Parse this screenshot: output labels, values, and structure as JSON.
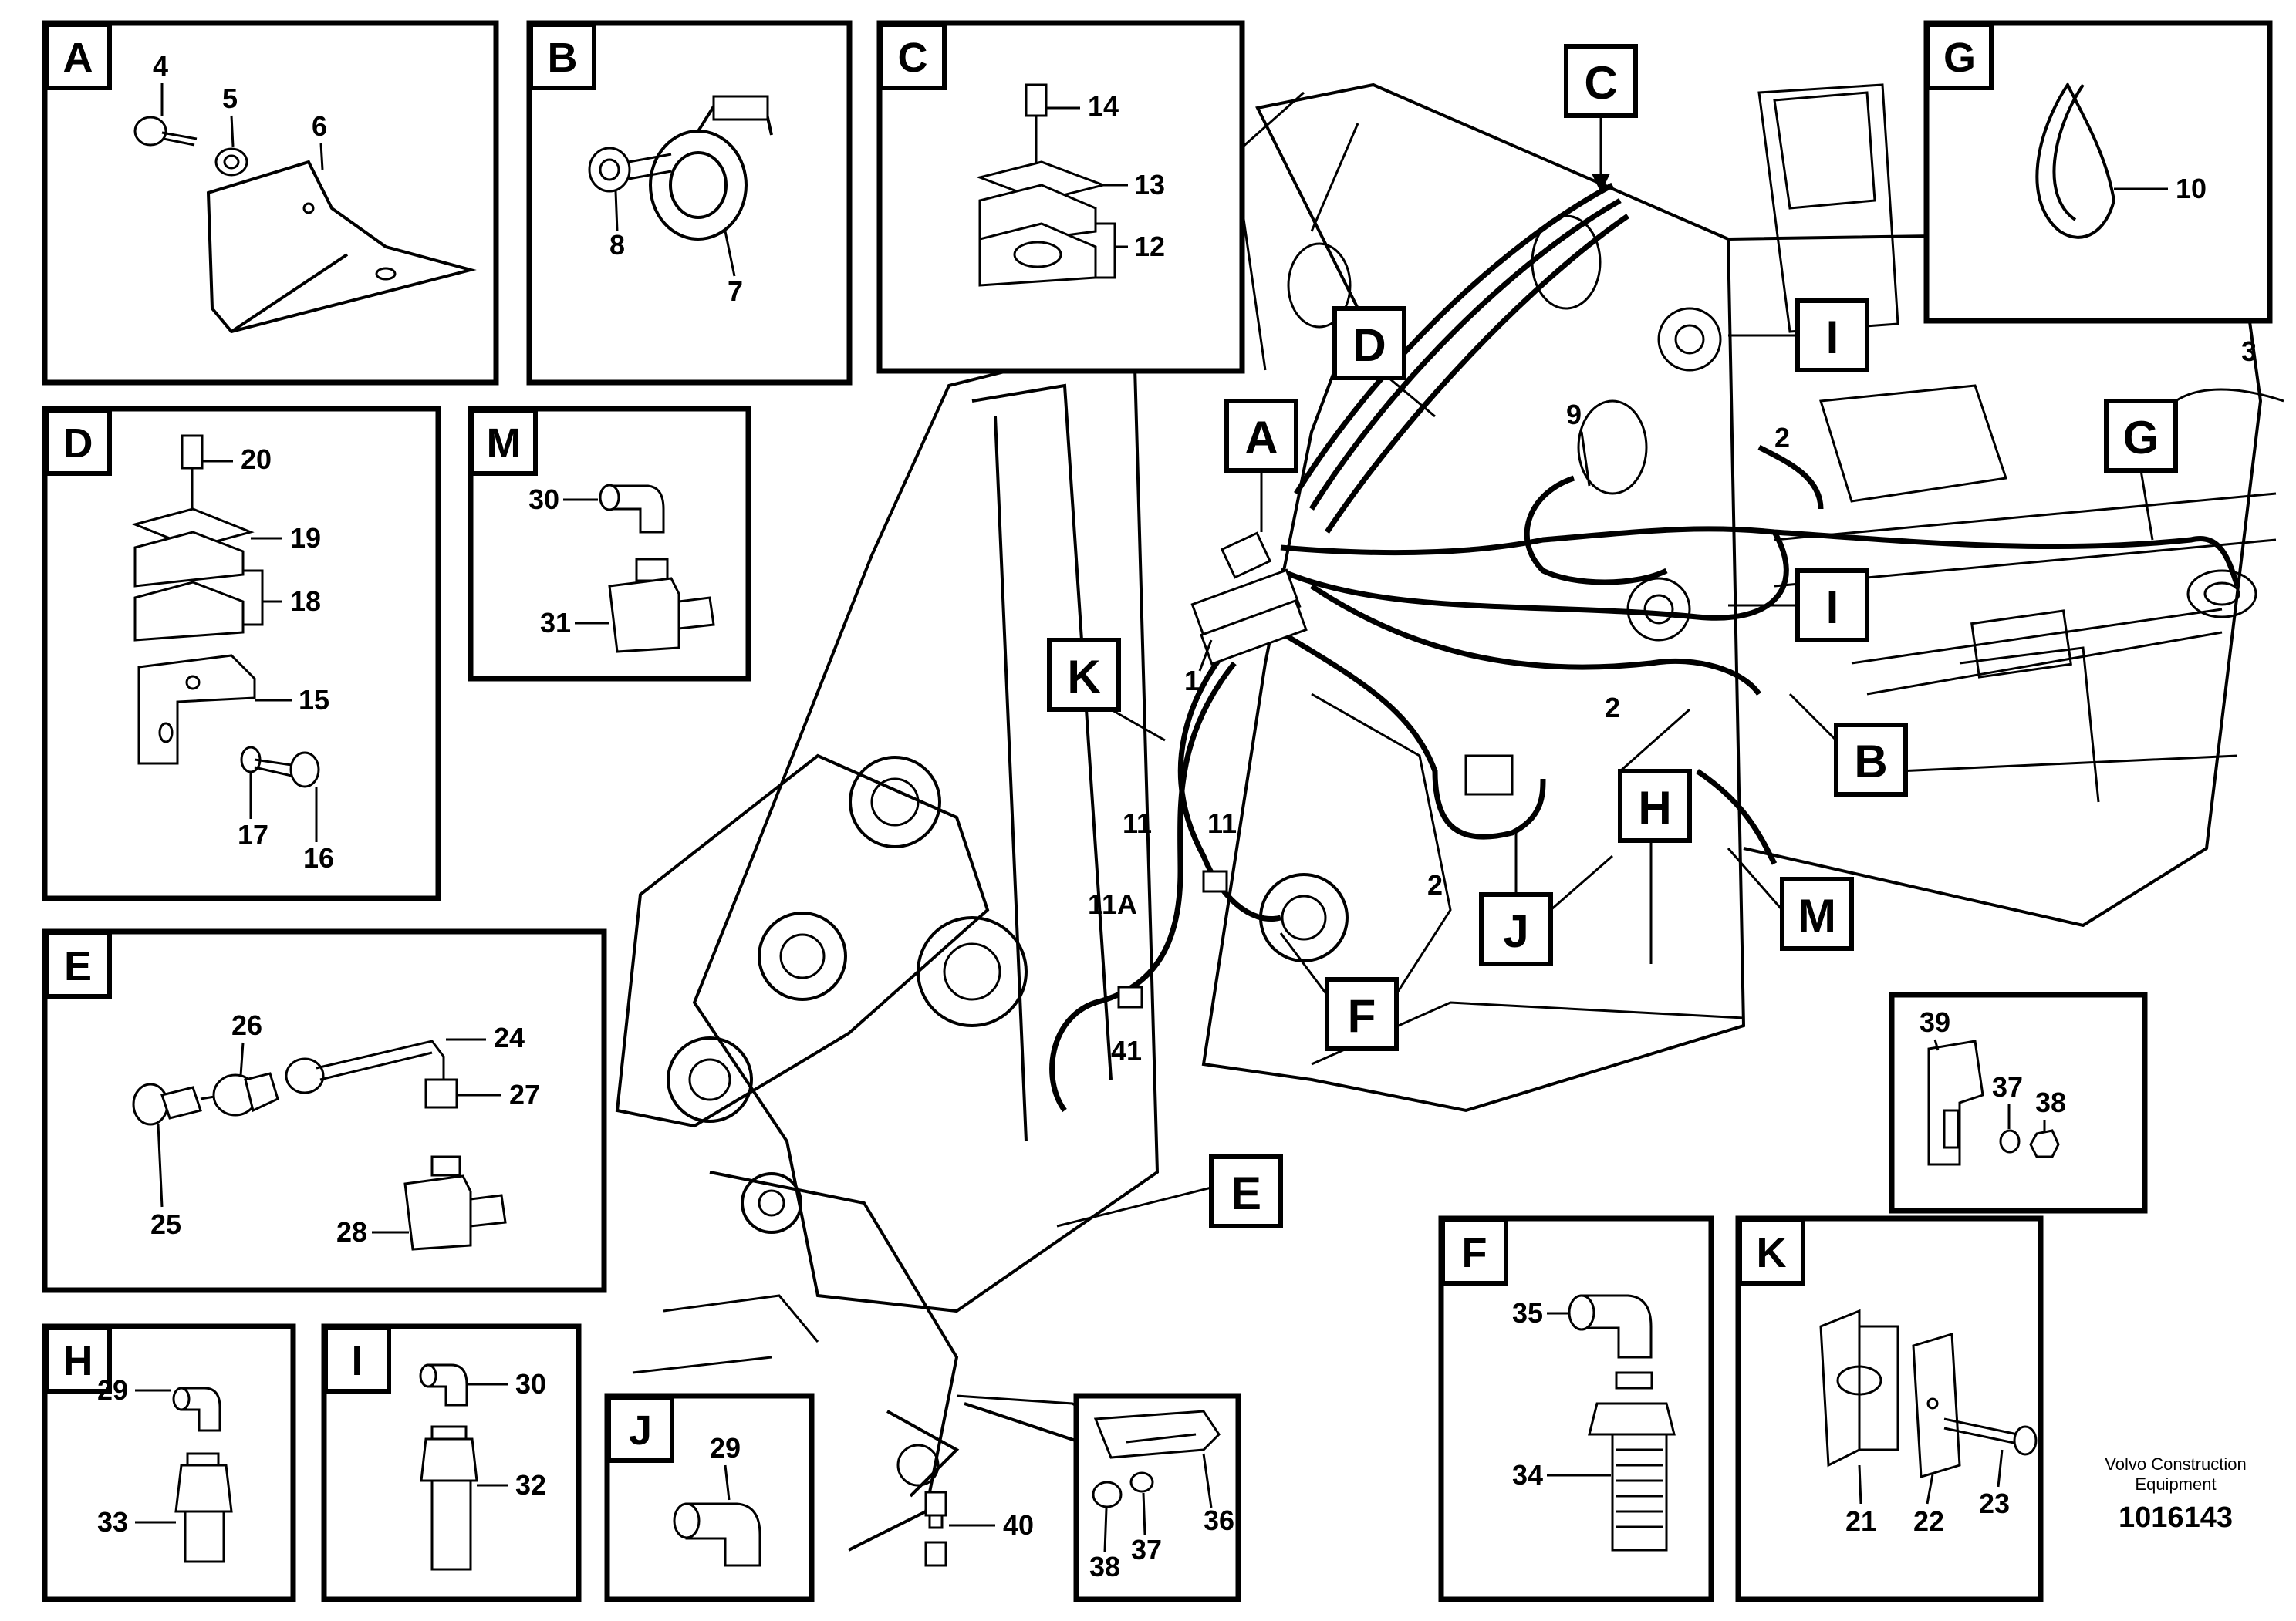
{
  "diagram": {
    "source_caption": [
      "Volvo Construction",
      "Equipment"
    ],
    "drawing_number": "1016143",
    "callouts": {
      "A": "A",
      "B": "B",
      "C": "C",
      "D": "D",
      "E": "E",
      "F": "F",
      "G": "G",
      "H": "H",
      "I": "I",
      "J": "J",
      "K": "K",
      "M": "M"
    },
    "parts": {
      "p1": "1",
      "p2": "2",
      "p3": "3",
      "p4": "4",
      "p5": "5",
      "p6": "6",
      "p7": "7",
      "p8": "8",
      "p9": "9",
      "p10": "10",
      "p11": "11",
      "p11A": "11A",
      "p12": "12",
      "p13": "13",
      "p14": "14",
      "p15": "15",
      "p16": "16",
      "p17": "17",
      "p18": "18",
      "p19": "19",
      "p20": "20",
      "p21": "21",
      "p22": "22",
      "p23": "23",
      "p24": "24",
      "p25": "25",
      "p26": "26",
      "p27": "27",
      "p28": "28",
      "p29": "29",
      "p30": "30",
      "p31": "31",
      "p32": "32",
      "p33": "33",
      "p34": "34",
      "p35": "35",
      "p36": "36",
      "p37": "37",
      "p38": "38",
      "p39": "39",
      "p40": "40",
      "p41": "41"
    }
  }
}
